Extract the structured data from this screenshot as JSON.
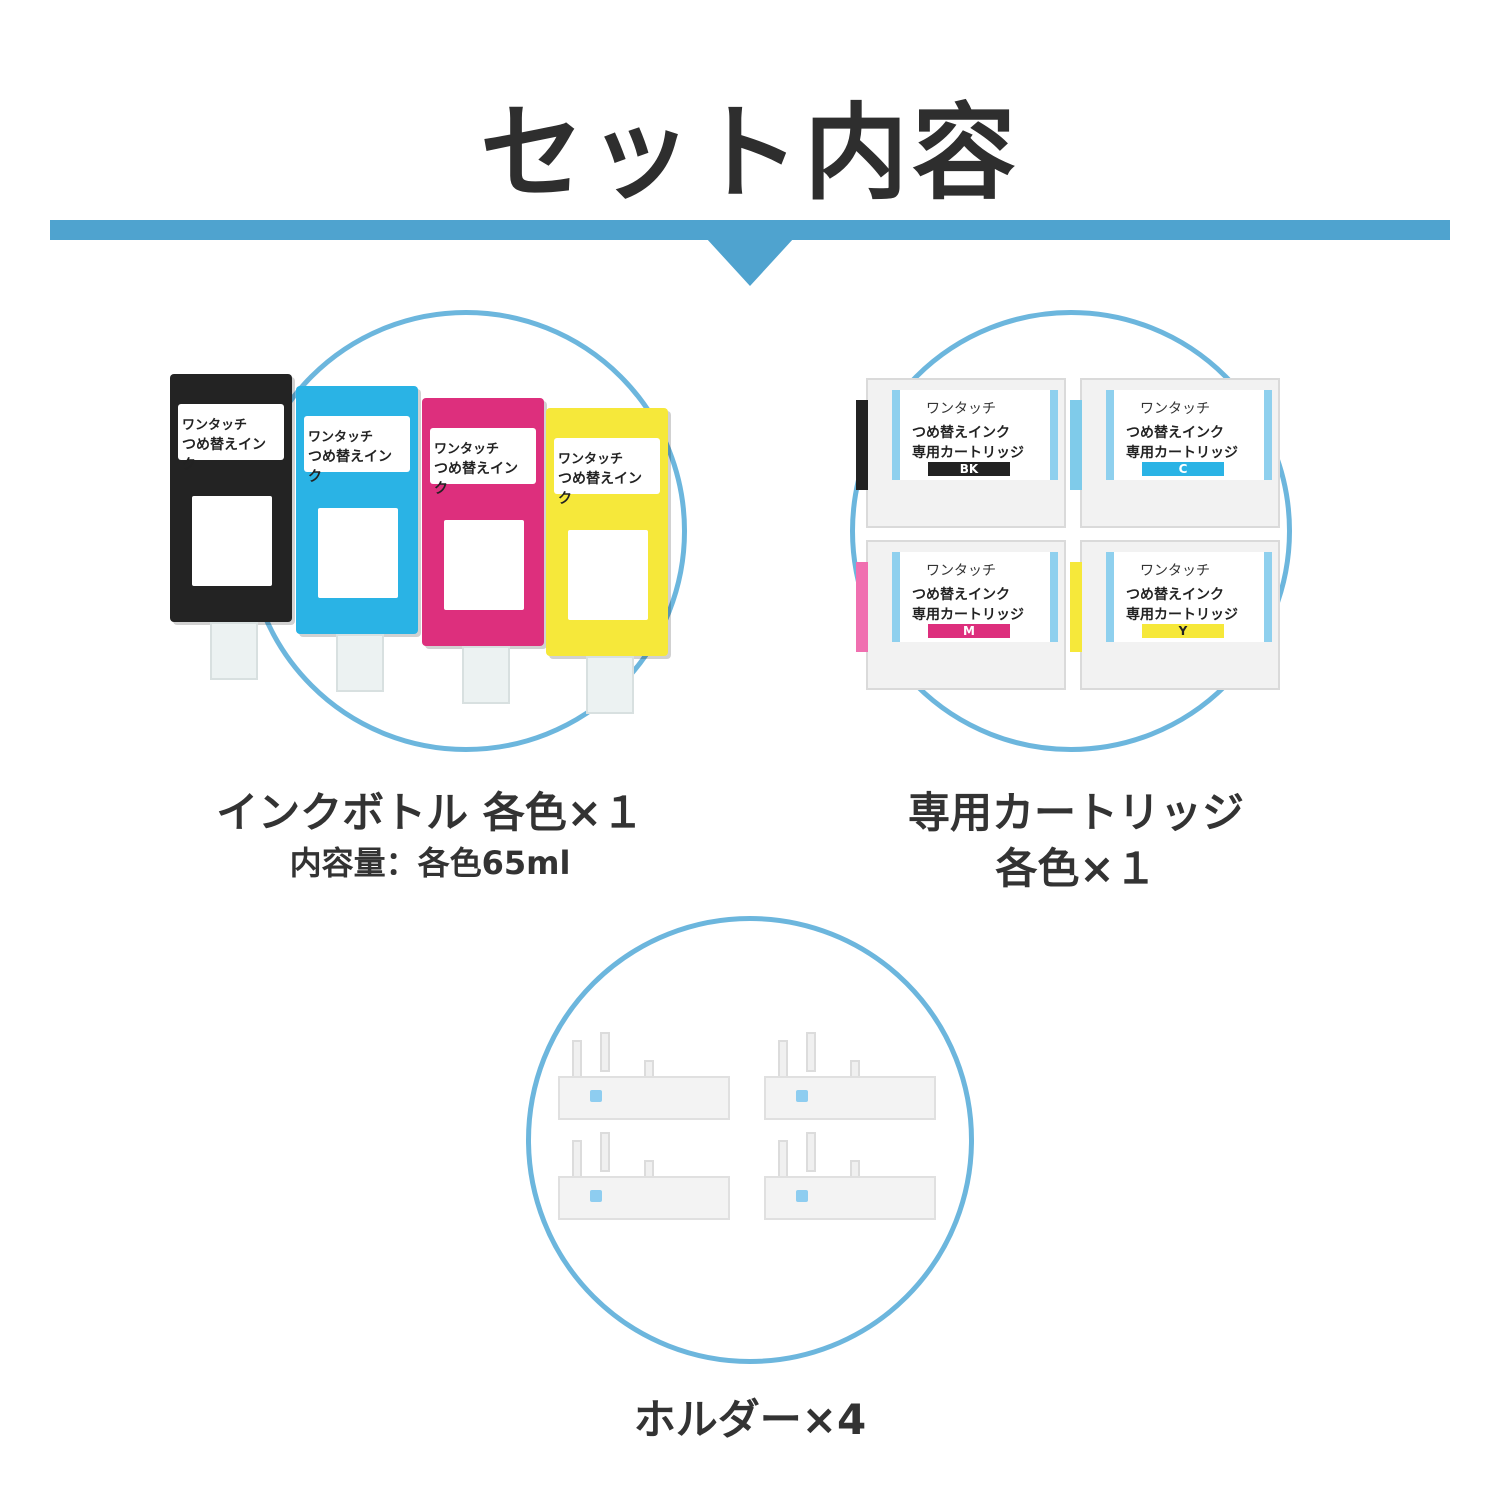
{
  "title": "セット内容",
  "colors": {
    "accent": "#4fa3cf",
    "circle": "#6cb6dd",
    "black": "#232323",
    "cyan": "#2ab3e5",
    "magenta": "#dd2f7d",
    "yellow": "#f6e83a"
  },
  "ink_bottles": {
    "label": "インクボトル 各色×１",
    "capacity": "内容量：各色65ml",
    "items": [
      {
        "color": "ブラック",
        "line1": "ワンタッチ",
        "line2": "つめ替えインク"
      },
      {
        "color": "シアン",
        "line1": "ワンタッチ",
        "line2": "つめ替えインク"
      },
      {
        "color": "マゼンタ",
        "line1": "ワンタッチ",
        "line2": "つめ替えインク"
      },
      {
        "color": "イエロー",
        "line1": "ワンタッチ",
        "line2": "つめ替えインク"
      }
    ]
  },
  "cartridges": {
    "label_line1": "専用カートリッジ",
    "label_line2": "各色×１",
    "items": [
      {
        "brand": "ワンタッチ",
        "line1": "つめ替えインク",
        "line2": "専用カートリッジ",
        "code": "BK"
      },
      {
        "brand": "ワンタッチ",
        "line1": "つめ替えインク",
        "line2": "専用カートリッジ",
        "code": "C"
      },
      {
        "brand": "ワンタッチ",
        "line1": "つめ替えインク",
        "line2": "専用カートリッジ",
        "code": "M"
      },
      {
        "brand": "ワンタッチ",
        "line1": "つめ替えインク",
        "line2": "専用カートリッジ",
        "code": "Y"
      }
    ]
  },
  "holders": {
    "label": "ホルダー×4"
  }
}
